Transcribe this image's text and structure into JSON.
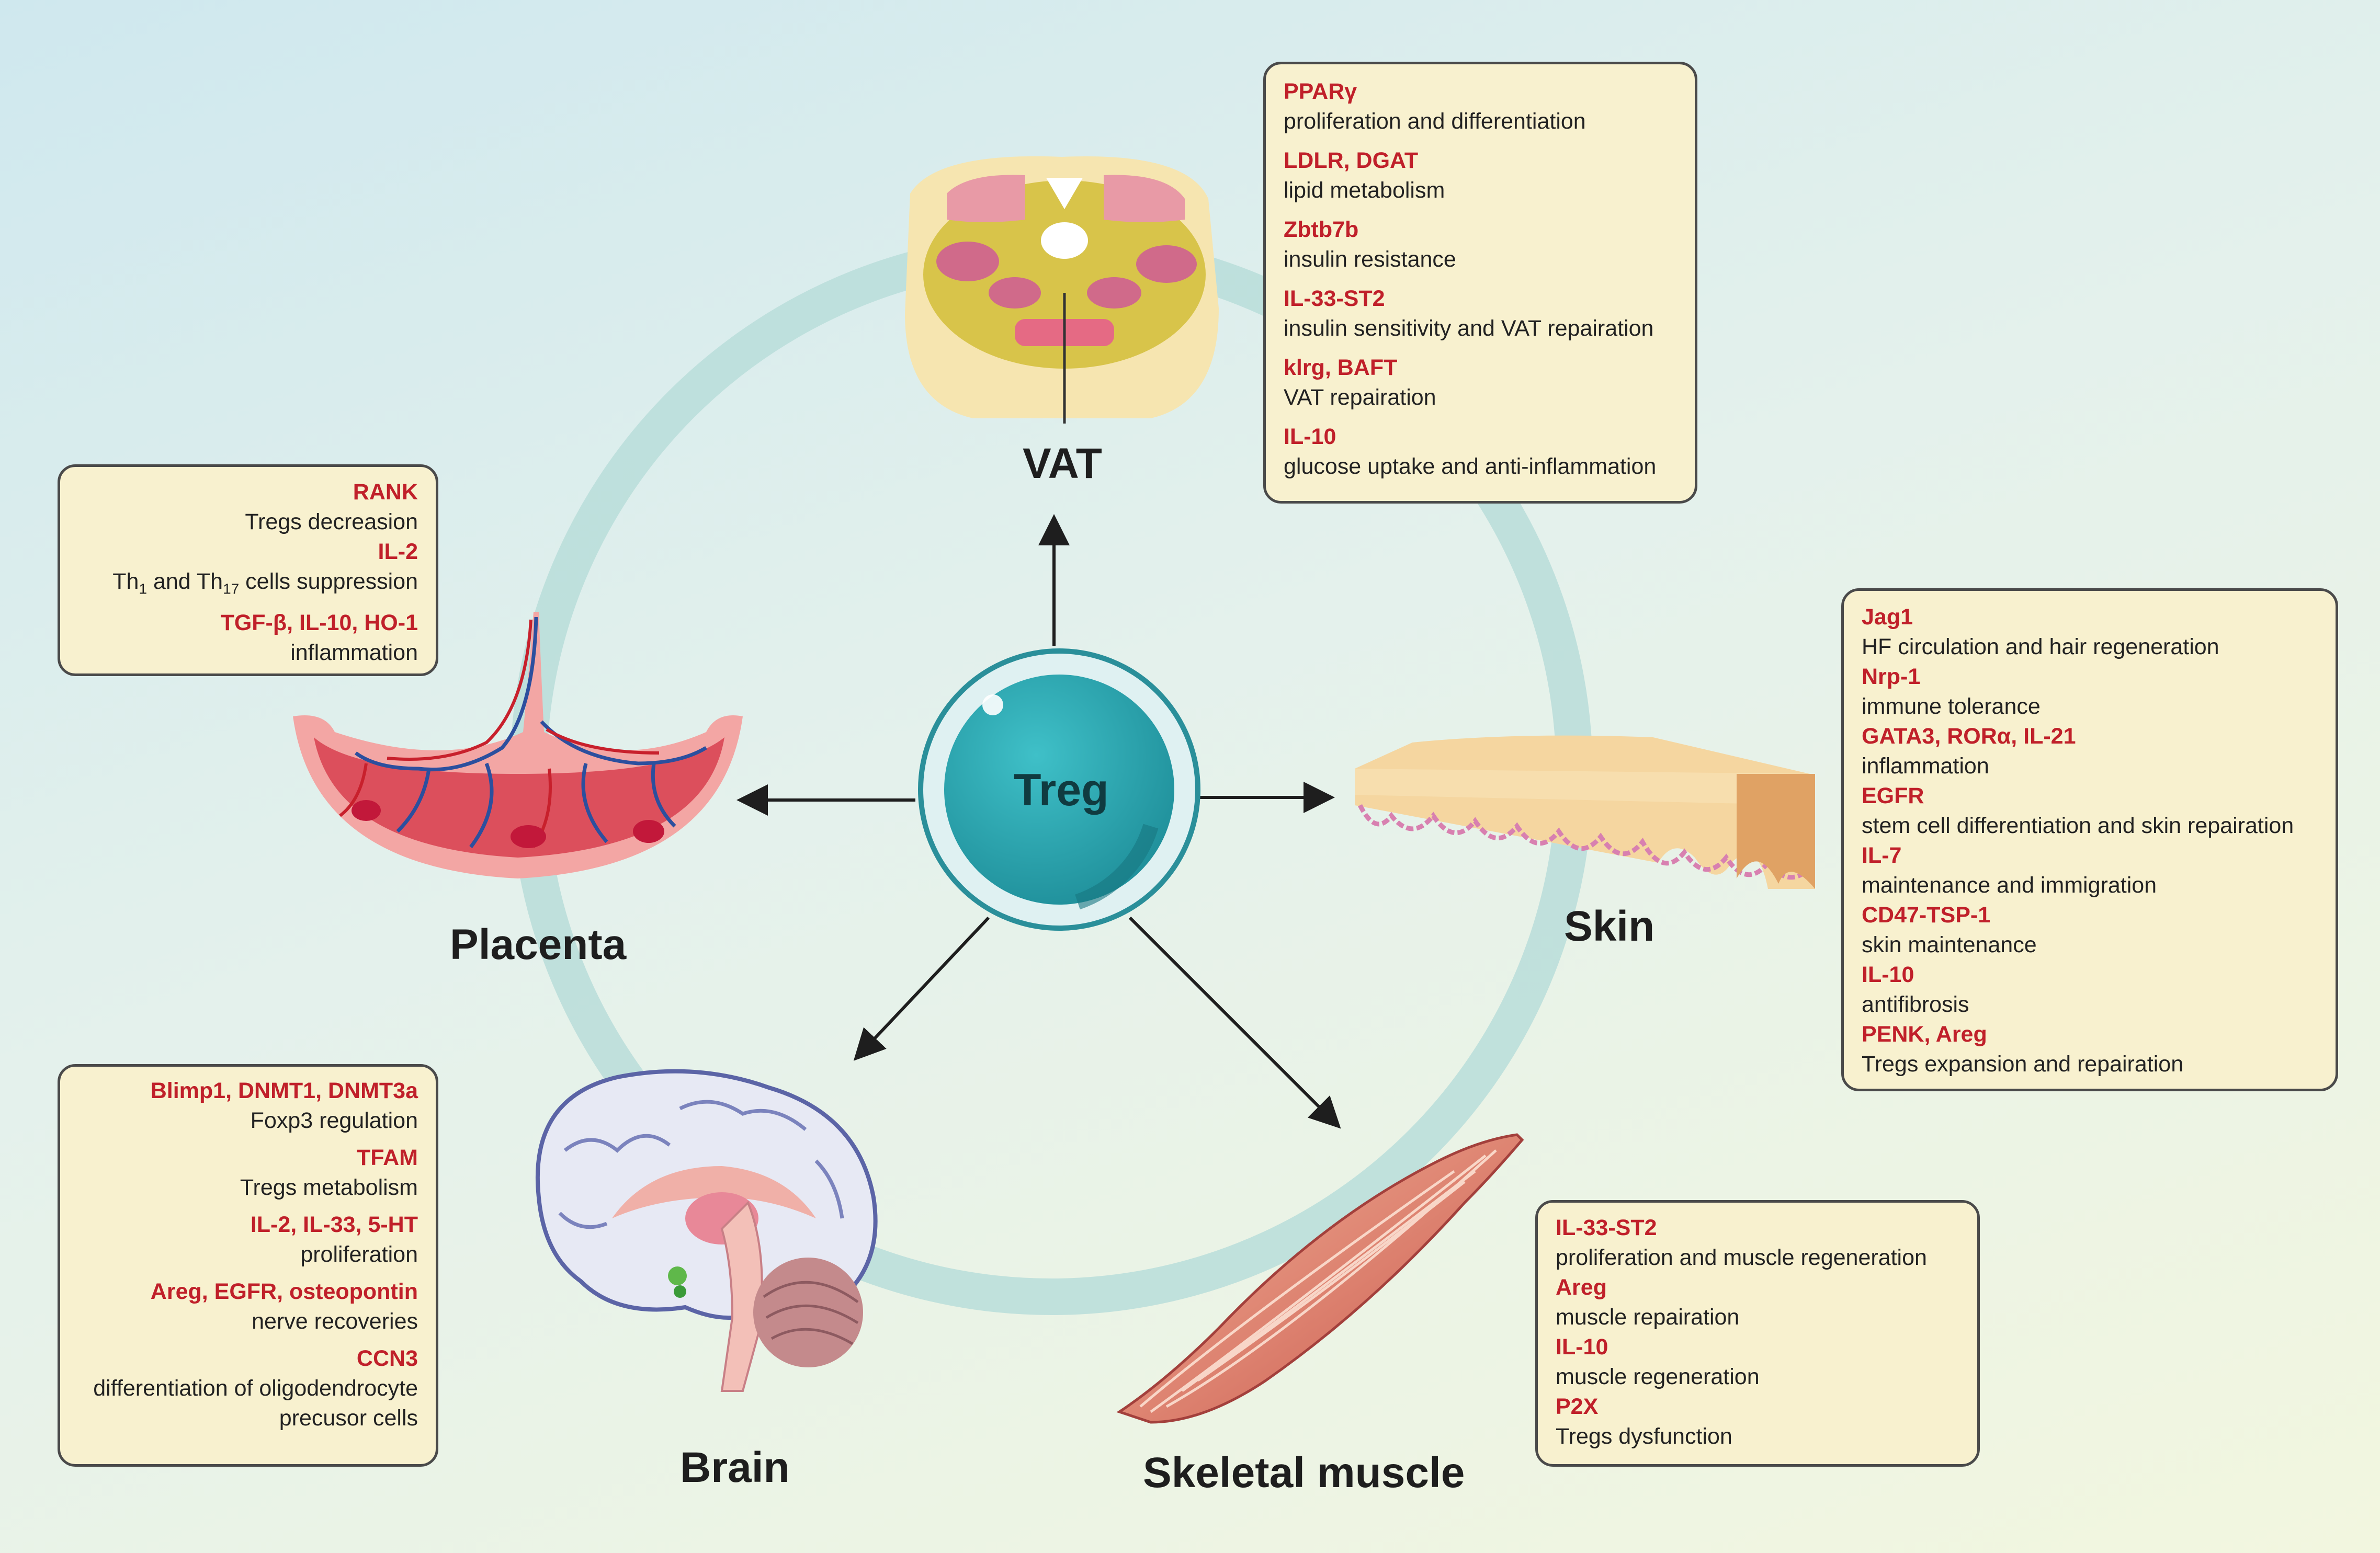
{
  "center": {
    "label": "Treg"
  },
  "organs": {
    "vat": "VAT",
    "placenta": "Placenta",
    "skin": "Skin",
    "brain": "Brain",
    "muscle": "Skeletal muscle"
  },
  "boxes": {
    "vat": [
      {
        "key": "PPARγ",
        "desc": "proliferation and differentiation"
      },
      {
        "key": "LDLR, DGAT",
        "desc": "lipid metabolism"
      },
      {
        "key": "Zbtb7b",
        "desc": "insulin resistance"
      },
      {
        "key": "IL-33-ST2",
        "desc": "insulin sensitivity and VAT repairation"
      },
      {
        "key": "klrg, BAFT",
        "desc": "VAT repairation"
      },
      {
        "key": "IL-10",
        "desc": "glucose uptake and anti-inflammation"
      }
    ],
    "placenta": [
      {
        "key": "RANK",
        "desc": "Tregs decreasion"
      },
      {
        "key": "IL-2",
        "desc_prefix": "Th",
        "desc_sub1": "1",
        "desc_mid": " and Th",
        "desc_sub2": "17",
        "desc_suffix": " cells suppression"
      },
      {
        "key": "TGF-β, IL-10, HO-1",
        "desc": "inflammation"
      }
    ],
    "skin": [
      {
        "key": "Jag1",
        "desc": "HF circulation and hair regeneration"
      },
      {
        "key": "Nrp-1",
        "desc": "immune tolerance"
      },
      {
        "key": "GATA3, RORα, IL-21",
        "desc": "inflammation"
      },
      {
        "key": "EGFR",
        "desc": "stem cell differentiation and skin repairation"
      },
      {
        "key": "IL-7",
        "desc": "maintenance and immigration"
      },
      {
        "key": "CD47-TSP-1",
        "desc": "skin maintenance"
      },
      {
        "key": "IL-10",
        "desc": "antifibrosis"
      },
      {
        "key": "PENK, Areg",
        "desc": "Tregs expansion and repairation"
      }
    ],
    "brain": [
      {
        "key": "Blimp1, DNMT1, DNMT3a",
        "desc": "Foxp3 regulation"
      },
      {
        "key": "TFAM",
        "desc": "Tregs metabolism"
      },
      {
        "key": "IL-2, IL-33, 5-HT",
        "desc": "proliferation"
      },
      {
        "key": "Areg, EGFR, osteopontin",
        "desc": "nerve recoveries"
      },
      {
        "key": "CCN3",
        "desc": "differentiation of oligodendrocyte",
        "desc2": "precusor cells"
      }
    ],
    "muscle": [
      {
        "key": "IL-33-ST2",
        "desc": "proliferation and muscle regeneration"
      },
      {
        "key": "Areg",
        "desc": "muscle repairation"
      },
      {
        "key": "IL-10",
        "desc": "muscle regeneration"
      },
      {
        "key": "P2X",
        "desc": "Tregs dysfunction"
      }
    ]
  },
  "colors": {
    "keyword": "#c0202a",
    "box_fill": "#f8f1cf",
    "treg": "#2aa6b0",
    "ring": "#b8dcd8"
  }
}
